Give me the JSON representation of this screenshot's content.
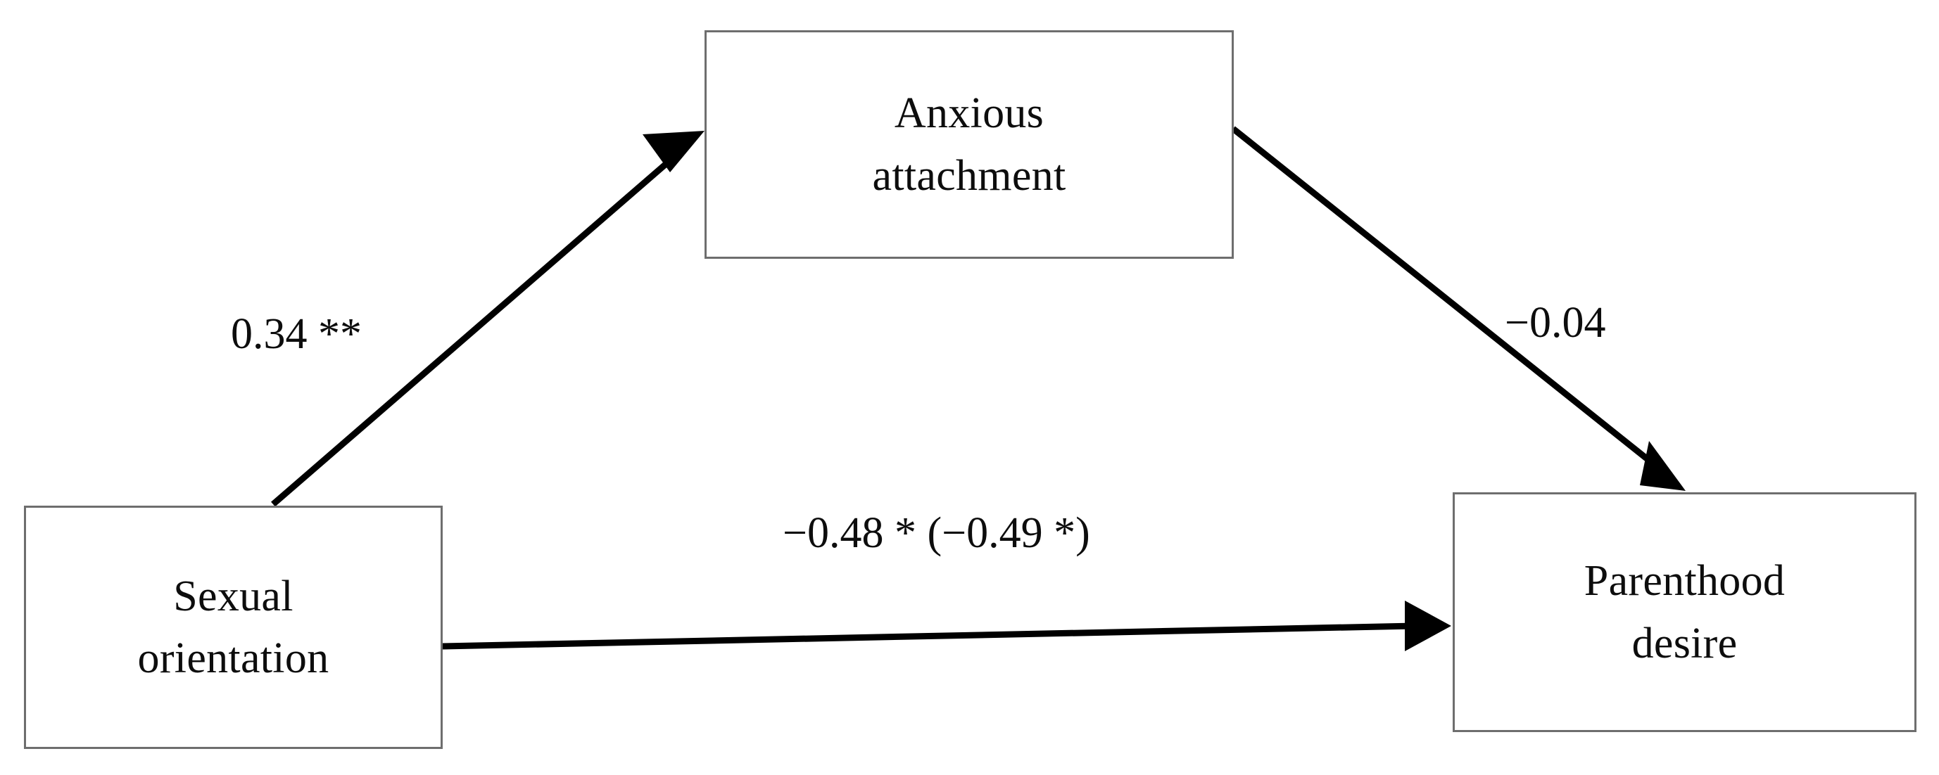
{
  "diagram": {
    "type": "mediation-model",
    "title": "",
    "background_color": "#ffffff",
    "box_border_color": "#6e6e6e",
    "line_color": "#000000",
    "text_color": "#0d0d0d",
    "nodes": {
      "predictor": {
        "id": "sexual-orientation",
        "line1": "Sexual",
        "line2": "orientation"
      },
      "mediator": {
        "id": "anxious-attachment",
        "line1": "Anxious",
        "line2": "attachment"
      },
      "outcome": {
        "id": "parenthood-desire",
        "line1": "Parenthood",
        "line2": "desire"
      }
    },
    "edges": {
      "a_path": {
        "from": "sexual-orientation",
        "to": "anxious-attachment",
        "label": "0.34 **",
        "coefficient": 0.34,
        "significance": "**"
      },
      "b_path": {
        "from": "anxious-attachment",
        "to": "parenthood-desire",
        "label": "−0.04",
        "coefficient": -0.04,
        "significance": ""
      },
      "c_path": {
        "from": "sexual-orientation",
        "to": "parenthood-desire",
        "label": "−0.48 * (−0.49 *)",
        "direct_effect": -0.48,
        "direct_significance": "*",
        "total_effect": -0.49,
        "total_significance": "*"
      }
    }
  },
  "chart_data": {
    "type": "diagram",
    "title": "",
    "categories": [
      "Sexual orientation",
      "Anxious attachment",
      "Parenthood desire"
    ],
    "series": [
      {
        "name": "a path (Sexual orientation → Anxious attachment)",
        "values": [
          0.34
        ]
      },
      {
        "name": "b path (Anxious attachment → Parenthood desire)",
        "values": [
          -0.04
        ]
      },
      {
        "name": "c' direct path (Sexual orientation → Parenthood desire)",
        "values": [
          -0.48
        ]
      },
      {
        "name": "c total path (Sexual orientation → Parenthood desire)",
        "values": [
          -0.49
        ]
      }
    ]
  }
}
